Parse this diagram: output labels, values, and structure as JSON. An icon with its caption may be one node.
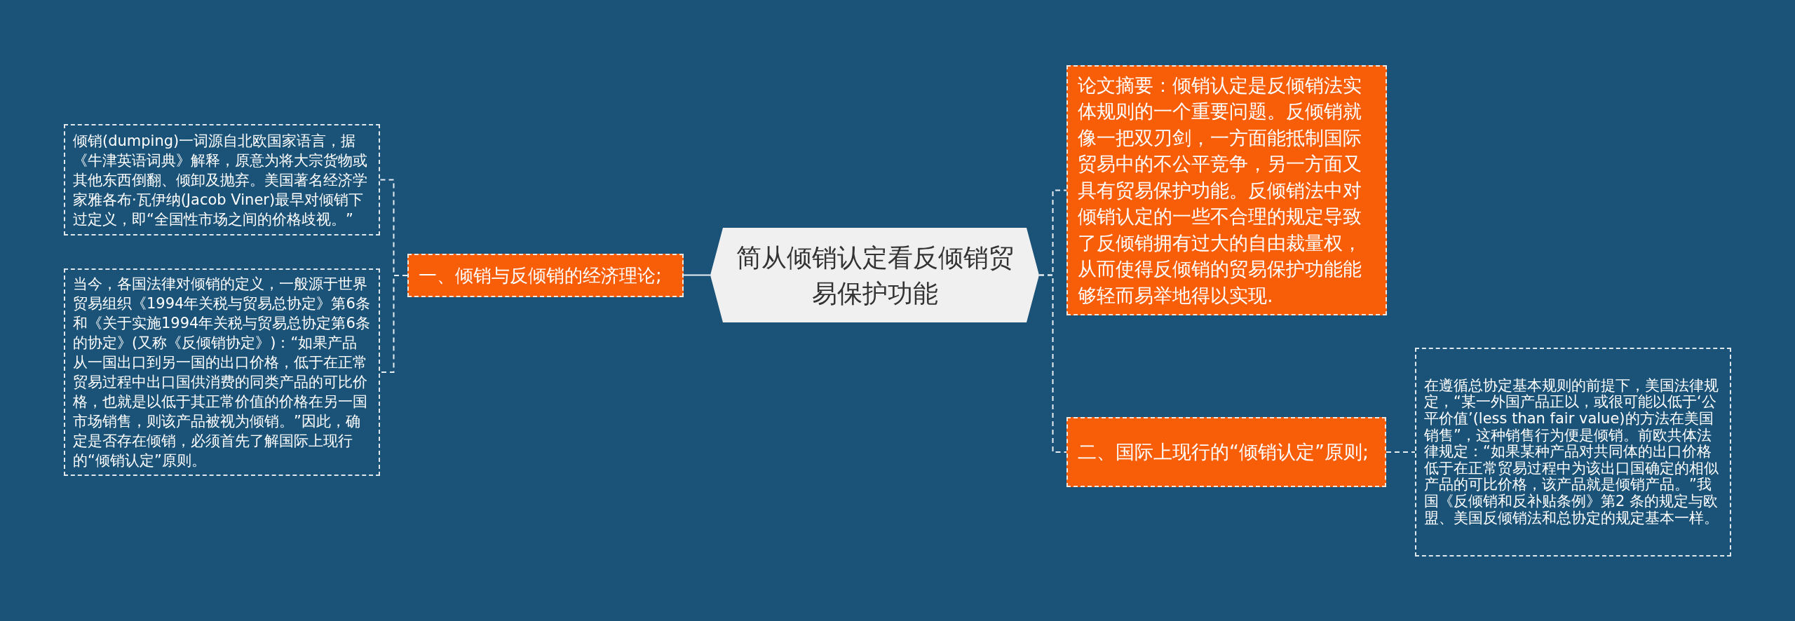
{
  "diagram": {
    "nodes": [
      {
        "text": [
          "倾销(dumping)一词源自北欧国家语言，据《牛津英语词典》解释，原意为将大宗货物或其他东西倒翻、倾卸及抛弃。美国著名经济学家雅各布·瓦伊纳(Jacob Viner)最早对倾销下过定义，即“全国性市场之间的价格歧视。”"
        ]
      },
      {
        "text": [
          "当今，各国法律对倾销的定义，一般源于世界贸易组织《1994年关税与贸易总协定》第6条和《关于实施1994年关税与贸易总协定第6条的协定》(又称《反倾销协定》)：“如果产品从一国出口到另一国的出口价格，低于在正常贸易过程中出口国供消费的同类产品的可比价格，也就是以低于其正常价值的价格在另一国市场销售，则该产品被视为倾销。”因此，确定是否存在倾销，必须首先了解国际上现行的“倾销认定”原则。"
        ]
      },
      {
        "text": [
          "一、倾销与反倾销的经济理论;"
        ]
      },
      {
        "text": [
          "简从倾销认定看反倾销贸易保护功能"
        ]
      },
      {
        "text": [
          "论文摘要：倾销认定是反倾销法实体规则的一个重要问题。反倾销就像一把双刃剑，一方面能抵制国际贸易中的不公平竞争，另一方面又具有贸易保护功能。反倾销法中对倾销认定的一些不合理的规定导致了反倾销拥有过大的自由裁量权，从而使得反倾销的贸易保护功能能够轻而易举地得以实现."
        ]
      },
      {
        "text": [
          "二、国际上现行的“倾销认定”原则;"
        ]
      },
      {
        "text": [
          "在遵循总协定基本规则的前提下，美国法律规定，“某一外国产品正以，或很可能以低于‘公平价值’(less than fair value)的方法在美国销售”，这种销售行为便是倾销。前欧共体法律规定：“如果某种产品对共同体的出口价格低于在正常贸易过程中为该出口国确定的相似产品的可比价格，该产品就是倾销产品。”我国《反倾销和反补贴条例》第2 条的规定与欧盟、美国反倾销法和总协定的规定基本一样。"
        ]
      }
    ],
    "edges": [
      {
        "from": 3,
        "to": 2,
        "arrow": "none"
      },
      {
        "from": 2,
        "to": 0,
        "arrow": "none",
        "style": "dashed"
      },
      {
        "from": 2,
        "to": 1,
        "arrow": "none",
        "style": "dashed"
      },
      {
        "from": 3,
        "to": 4,
        "arrow": "none",
        "style": "dashed"
      },
      {
        "from": 3,
        "to": 5,
        "arrow": "none",
        "style": "dashed"
      },
      {
        "from": 5,
        "to": 6,
        "arrow": "none",
        "style": "dashed"
      }
    ]
  }
}
